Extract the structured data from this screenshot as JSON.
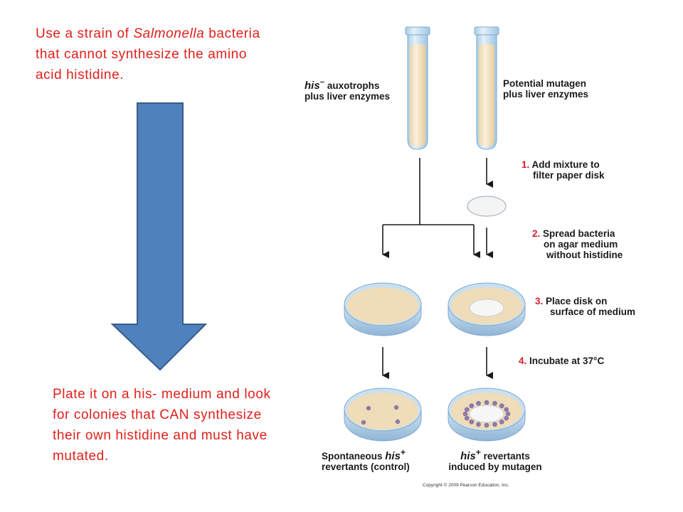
{
  "intro": {
    "line1_pre": "Use a strain of ",
    "line1_italic": "Salmonella",
    "line1_post": " bacteria",
    "line2": "that cannot synthesize the amino",
    "line3": "acid histidine."
  },
  "conclusion": {
    "line1": "Plate it on a his- medium and look",
    "line2": "for colonies that CAN synthesize",
    "line3": "their own histidine and must have",
    "line4": "mutated."
  },
  "tube_labels": {
    "left_italic": "his",
    "left_sup": "−",
    "left_rest": " auxotrophs",
    "left_line2": "plus liver enzymes",
    "right_line1": "Potential mutagen",
    "right_line2": "plus liver enzymes"
  },
  "steps": [
    {
      "number": "1.",
      "line1": "Add mixture to",
      "line2": "filter paper disk"
    },
    {
      "number": "2.",
      "line1": "Spread bacteria",
      "line2": "on agar medium",
      "line3": "without histidine"
    },
    {
      "number": "3.",
      "line1": "Place disk on",
      "line2": "surface of medium"
    },
    {
      "number": "4.",
      "line1": "Incubate at 37°C"
    }
  ],
  "results": {
    "left_line1_pre": "Spontaneous ",
    "left_italic": "his",
    "left_sup": "+",
    "left_line2": "revertants (control)",
    "right_italic": "his",
    "right_sup": "+",
    "right_line1_post": " revertants",
    "right_line2": "induced by mutagen"
  },
  "copyright": "Copyright © 2009 Pearson Education, Inc.",
  "colors": {
    "text_red": "#e0201b",
    "arrow_fill": "#4f81bd",
    "arrow_stroke": "#385d8a",
    "agar": "#efdcb9",
    "dish_edge": "#8fb5d6",
    "colony": "#8c7aa8"
  }
}
